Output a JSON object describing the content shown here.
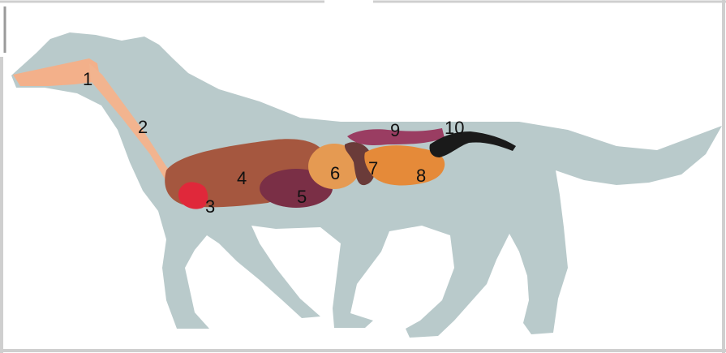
{
  "diagram": {
    "colors": {
      "silhouette": "#b9cacb",
      "mouth": "#f3b08a",
      "esophagus": "#f2b48f",
      "heart": "#e0283a",
      "liver": "#a5573f",
      "stomach": "#7a2f46",
      "organ6": "#e59a52",
      "organ7": "#6a3b39",
      "intestine": "#e58a39",
      "organ9": "#9a3d62",
      "rectum": "#1a1a1a"
    },
    "labels": [
      {
        "id": "1",
        "text": "1"
      },
      {
        "id": "2",
        "text": "2"
      },
      {
        "id": "3",
        "text": "3"
      },
      {
        "id": "4",
        "text": "4"
      },
      {
        "id": "5",
        "text": "5"
      },
      {
        "id": "6",
        "text": "6"
      },
      {
        "id": "7",
        "text": "7"
      },
      {
        "id": "8",
        "text": "8"
      },
      {
        "id": "9",
        "text": "9"
      },
      {
        "id": "10",
        "text": "10"
      }
    ]
  }
}
